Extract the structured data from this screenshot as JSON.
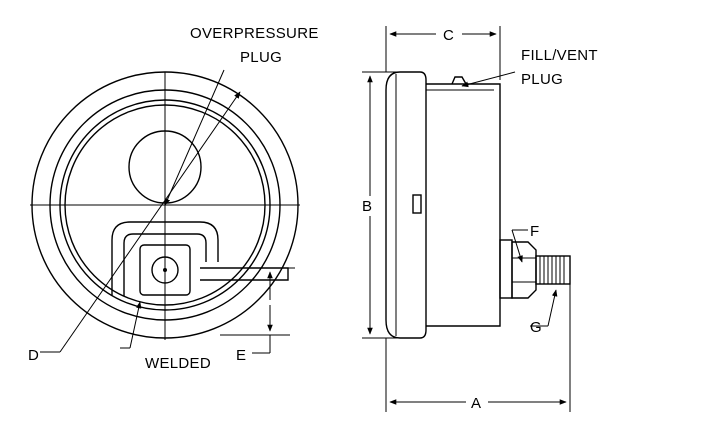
{
  "labels": {
    "overpressure_line1": "OVERPRESSURE",
    "overpressure_line2": "PLUG",
    "fillvent_line1": "FILL/VENT",
    "fillvent_line2": "PLUG",
    "welded": "WELDED",
    "dim_a": "A",
    "dim_b": "B",
    "dim_c": "C",
    "dim_d": "D",
    "dim_e": "E",
    "dim_f": "F",
    "dim_g": "G"
  }
}
